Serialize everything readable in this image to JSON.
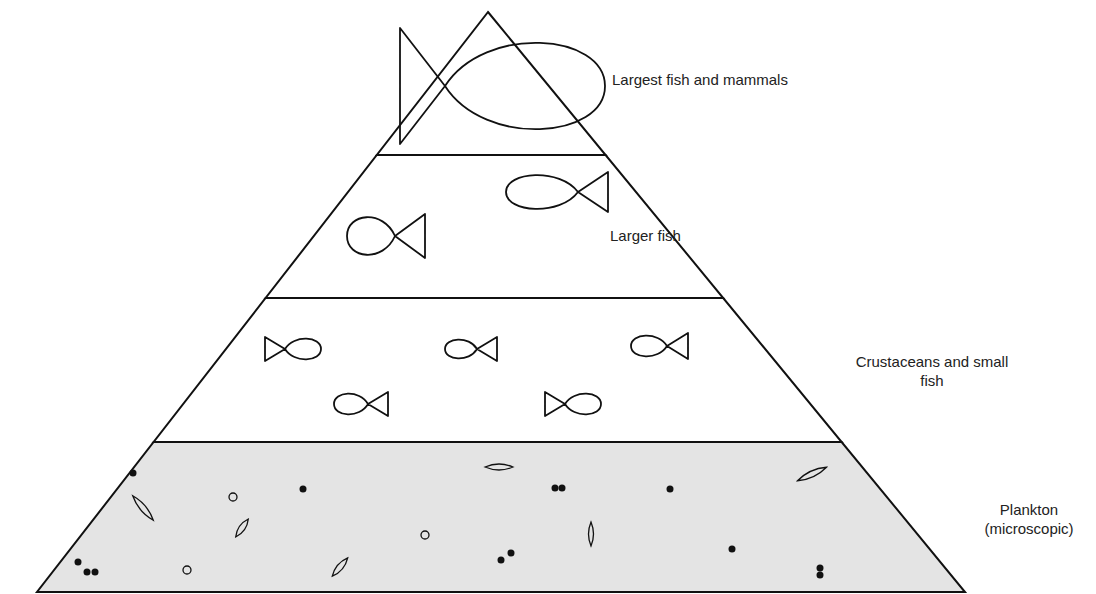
{
  "diagram": {
    "nodes": [
      {
        "text": [
          "Largest fish and mammals"
        ]
      },
      {
        "text": [
          "Larger fish"
        ]
      },
      {
        "text": [
          "Crustaceans and small fish"
        ]
      },
      {
        "text": [
          "Plankton (microscopic)"
        ]
      }
    ]
  }
}
